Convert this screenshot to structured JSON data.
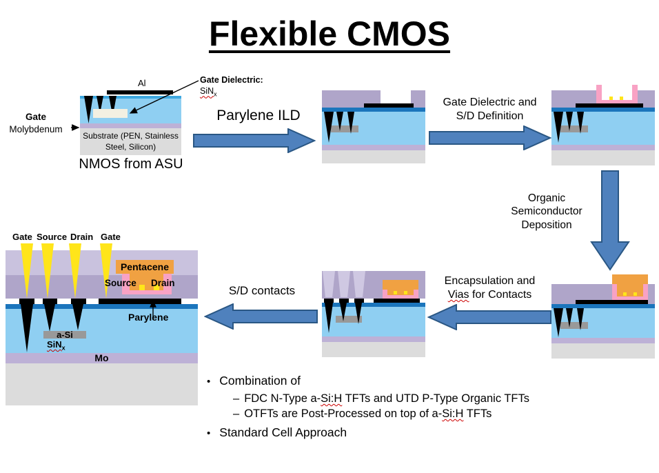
{
  "colors": {
    "arrow_fill": "#4f81bd",
    "arrow_stroke": "#2a5784",
    "light_blue": "#8fcff2",
    "mid_blue": "#3fa8e0",
    "dark_blue": "#1b75bc",
    "lavender_light": "#c9c2de",
    "lavender_mid": "#afa5c9",
    "mo_strip": "#bdb1d6",
    "substrate_gray": "#dcdcdc",
    "island_gray": "#999999",
    "island_cream": "#f3f0e2",
    "pink": "#f8a2c4",
    "orange": "#f0a142",
    "yellow": "#ffe51a",
    "via_light": "#cfc8e2",
    "squiggle_red": "#cc0000"
  },
  "title": "Flexible CMOS",
  "nmos": {
    "al_label": "Al",
    "gate_dielectric_title": "Gate Dielectric:",
    "gate_dielectric_chem": "SiN",
    "gate_dielectric_sub": "x",
    "gate_label": "Gate",
    "gate_material": "Molybdenum",
    "substrate_label": "Substrate (PEN, Stainless Steel, Silicon)",
    "caption": "NMOS from ASU"
  },
  "steps": {
    "parylene_ild": "Parylene ILD",
    "gate_sd_line1": "Gate Dielectric and",
    "gate_sd_line2": "S/D Definition",
    "organic_line1": "Organic",
    "organic_line2": "Semiconductor",
    "organic_line3": "Deposition",
    "encap_line1": "Encapsulation and",
    "encap_vias": "Vias",
    "encap_line2_rest": " for Contacts",
    "sd_contacts": "S/D contacts"
  },
  "cmos": {
    "label_gate1": "Gate",
    "label_source": "Source",
    "label_drain": "Drain",
    "label_gate2": "Gate",
    "pentacene": "Pentacene",
    "source": "Source",
    "drain": "Drain",
    "parylene": "Parylene",
    "a_si": "a-Si",
    "sin": "SiN",
    "sin_sub": "x",
    "mo": "Mo"
  },
  "bullets": {
    "bullet_char": "•",
    "dash_char": "–",
    "item1": "Combination of",
    "item1_sub1_pre": "FDC N-Type a-",
    "item1_sub1_mark": "Si:H",
    "item1_sub1_post": " TFTs and UTD P-Type Organic TFTs",
    "item1_sub2_pre": "OTFTs are Post-Processed on top of a-",
    "item1_sub2_mark": "Si:H",
    "item1_sub2_post": " TFTs",
    "item2": "Standard Cell Approach"
  }
}
